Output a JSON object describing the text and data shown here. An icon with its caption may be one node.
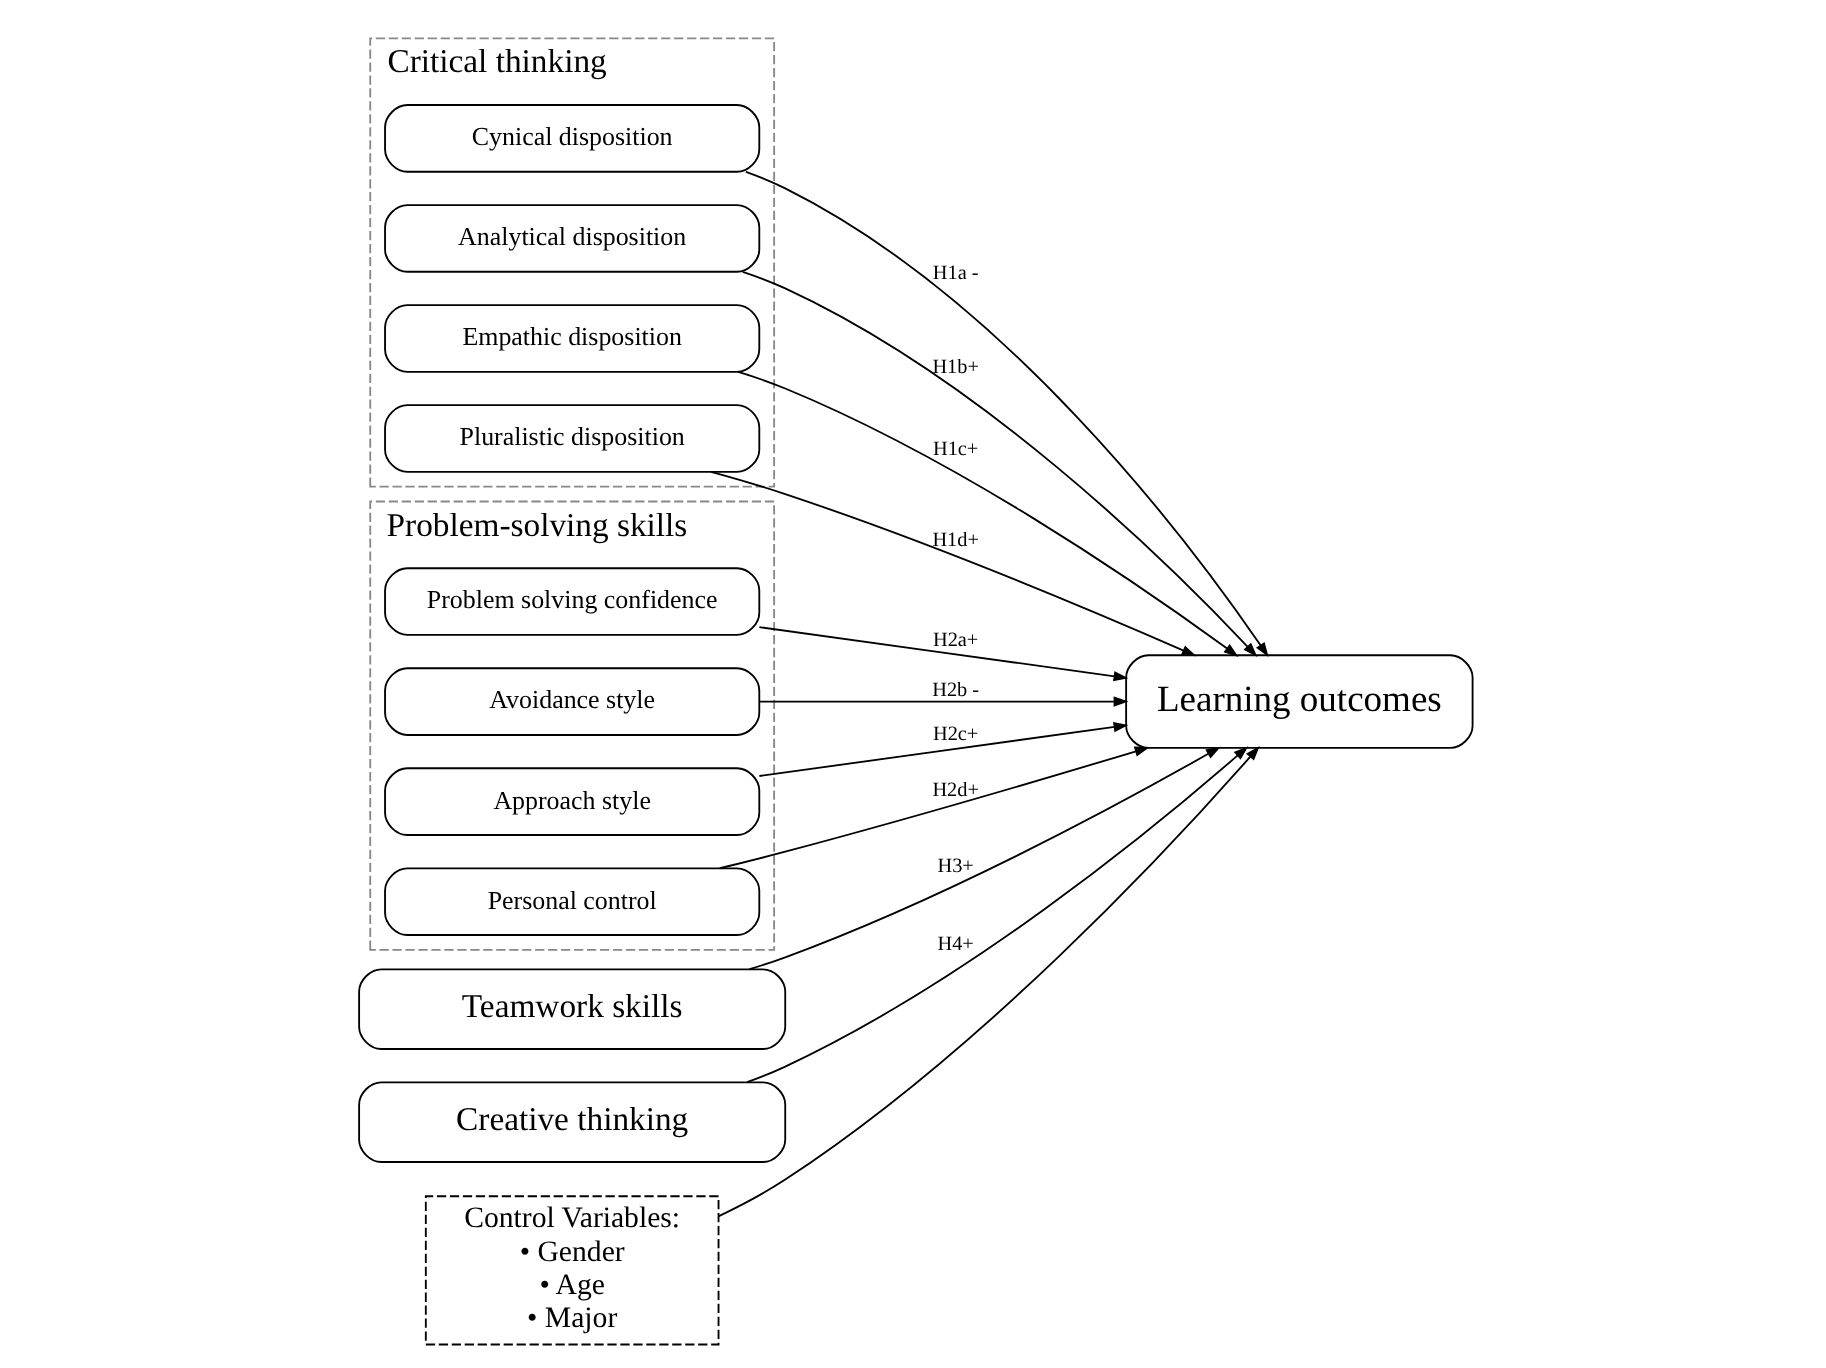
{
  "diagram": {
    "nodes": [
      {
        "text": [
          "Critical thinking"
        ]
      },
      {
        "text": [
          "Cynical disposition"
        ],
        "in": 0
      },
      {
        "text": [
          "Analytical disposition"
        ],
        "in": 0
      },
      {
        "text": [
          "Empathic disposition"
        ],
        "in": 0
      },
      {
        "text": [
          "Pluralistic disposition"
        ],
        "in": 0
      },
      {
        "text": [
          "Problem-solving skills"
        ]
      },
      {
        "text": [
          "Problem solving confidence"
        ],
        "in": 5
      },
      {
        "text": [
          "Avoidance style"
        ],
        "in": 5
      },
      {
        "text": [
          "Approach style"
        ],
        "in": 5
      },
      {
        "text": [
          "Personal control"
        ],
        "in": 5
      },
      {
        "text": [
          "Teamwork skills"
        ]
      },
      {
        "text": [
          "Creative thinking"
        ]
      },
      {
        "text": [
          "Control Variables:",
          "• Gender",
          "• Age",
          "• Major"
        ]
      },
      {
        "text": [
          "Learning outcomes"
        ]
      }
    ],
    "edges": [
      {
        "from": 1,
        "to": 13,
        "arrow": "to",
        "label": "H1a -"
      },
      {
        "from": 2,
        "to": 13,
        "arrow": "to",
        "label": "H1b+"
      },
      {
        "from": 3,
        "to": 13,
        "arrow": "to",
        "label": "H1c+"
      },
      {
        "from": 4,
        "to": 13,
        "arrow": "to",
        "label": "H1d+"
      },
      {
        "from": 6,
        "to": 13,
        "arrow": "to",
        "label": "H2a+"
      },
      {
        "from": 7,
        "to": 13,
        "arrow": "to",
        "label": "H2b -"
      },
      {
        "from": 8,
        "to": 13,
        "arrow": "to",
        "label": "H2c+"
      },
      {
        "from": 9,
        "to": 13,
        "arrow": "to",
        "label": "H2d+"
      },
      {
        "from": 10,
        "to": 13,
        "arrow": "to",
        "label": "H3+"
      },
      {
        "from": 11,
        "to": 13,
        "arrow": "to",
        "label": "H4+"
      },
      {
        "from": 12,
        "to": 13,
        "arrow": "to"
      }
    ]
  }
}
